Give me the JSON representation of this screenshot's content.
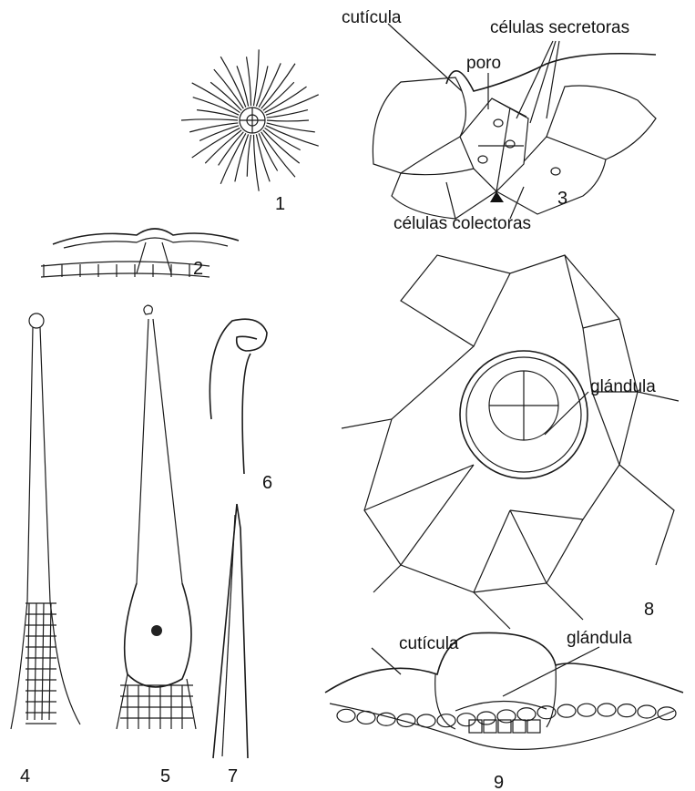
{
  "labels": {
    "cuticula_top": "cutícula",
    "celulas_secretoras": "células secretoras",
    "poro": "poro",
    "celulas_colectoras": "células colectoras",
    "glandula_mid": "glándula",
    "cuticula_bottom": "cutícula",
    "glandula_bottom": "glándula"
  },
  "figure_numbers": [
    "1",
    "2",
    "3",
    "4",
    "5",
    "6",
    "7",
    "8",
    "9"
  ]
}
